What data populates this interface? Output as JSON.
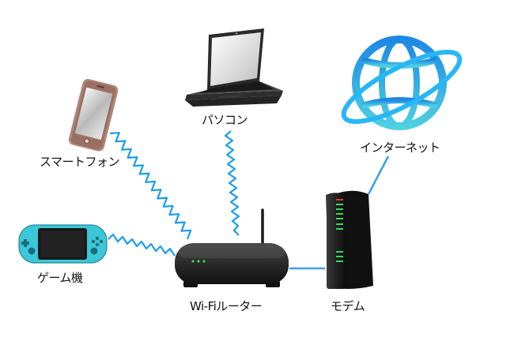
{
  "labels": {
    "smartphone": "スマートフォン",
    "pc": "パソコン",
    "internet": "インターネット",
    "game": "ゲーム機",
    "router": "Wi-Fiルーター",
    "modem": "モデム"
  },
  "colors": {
    "wifi_wave": "#1b9cf0",
    "wired_link": "#3aa0e8",
    "globe": "#29b6f6",
    "game_console": "#3cc7d8",
    "device_dark": "#2b2b2b",
    "led_green": "#33dd55",
    "led_red": "#e03a2a"
  },
  "icons": [
    "smartphone-icon",
    "laptop-icon",
    "globe-icon",
    "game-console-icon",
    "router-icon",
    "modem-icon"
  ]
}
